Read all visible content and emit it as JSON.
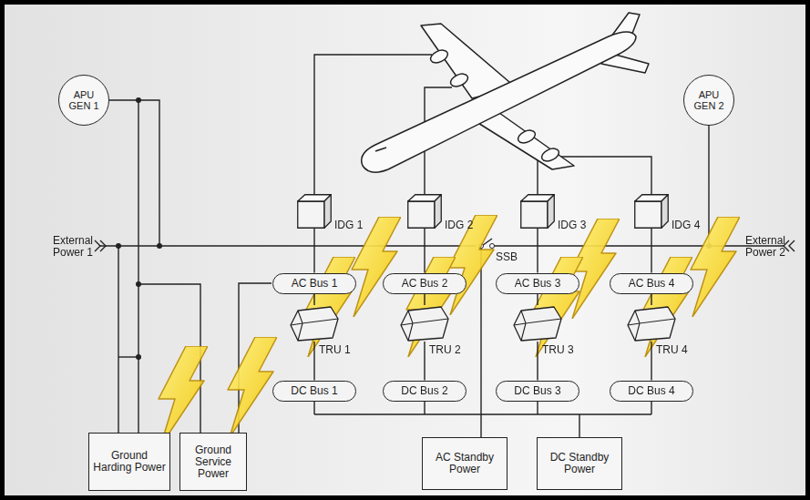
{
  "diagram": {
    "nodes": [
      {
        "text": [
          "APU GEN 1"
        ]
      },
      {
        "text": [
          "IDG 1"
        ]
      },
      {
        "text": [
          "IDG 2"
        ]
      },
      {
        "text": [
          "IDG 3"
        ]
      },
      {
        "text": [
          "IDG 4"
        ]
      },
      {
        "text": [
          "APU GEN 2"
        ]
      },
      {
        "text": [
          "AC Bus 1"
        ]
      },
      {
        "text": [
          "AC Bus 2"
        ]
      },
      {
        "text": [
          "AC Bus 3"
        ]
      },
      {
        "text": [
          "AC Bus 4"
        ]
      },
      {
        "text": [
          "TRU 1"
        ]
      },
      {
        "text": [
          "TRU 2"
        ]
      },
      {
        "text": [
          "TRU 3"
        ]
      },
      {
        "text": [
          "TRU 4"
        ]
      },
      {
        "text": [
          "DC Bus 1"
        ]
      },
      {
        "text": [
          "DC Bus 2"
        ]
      },
      {
        "text": [
          "DC Bus 3"
        ]
      },
      {
        "text": [
          "DC Bus 4"
        ]
      },
      {
        "text": [
          "Ground Harding Power"
        ]
      },
      {
        "text": [
          "Ground Service Power"
        ]
      },
      {
        "text": [
          "AC Standby Power"
        ]
      },
      {
        "text": [
          "DC Standby Power"
        ]
      }
    ],
    "edges": [
      {
        "from": 1,
        "to": 6,
        "arrow": "none"
      },
      {
        "from": 2,
        "to": 7,
        "arrow": "none"
      },
      {
        "from": 3,
        "to": 8,
        "arrow": "none"
      },
      {
        "from": 4,
        "to": 9,
        "arrow": "none"
      },
      {
        "from": 6,
        "to": 10,
        "arrow": "none"
      },
      {
        "from": 7,
        "to": 11,
        "arrow": "none"
      },
      {
        "from": 8,
        "to": 12,
        "arrow": "none"
      },
      {
        "from": 9,
        "to": 13,
        "arrow": "none"
      },
      {
        "from": 10,
        "to": 14,
        "arrow": "none"
      },
      {
        "from": 11,
        "to": 15,
        "arrow": "none"
      },
      {
        "from": 12,
        "to": 16,
        "arrow": "none"
      },
      {
        "from": 13,
        "to": 17,
        "arrow": "none"
      }
    ],
    "labels": [
      "External Power 1",
      "External Power 2",
      "SSB"
    ]
  }
}
